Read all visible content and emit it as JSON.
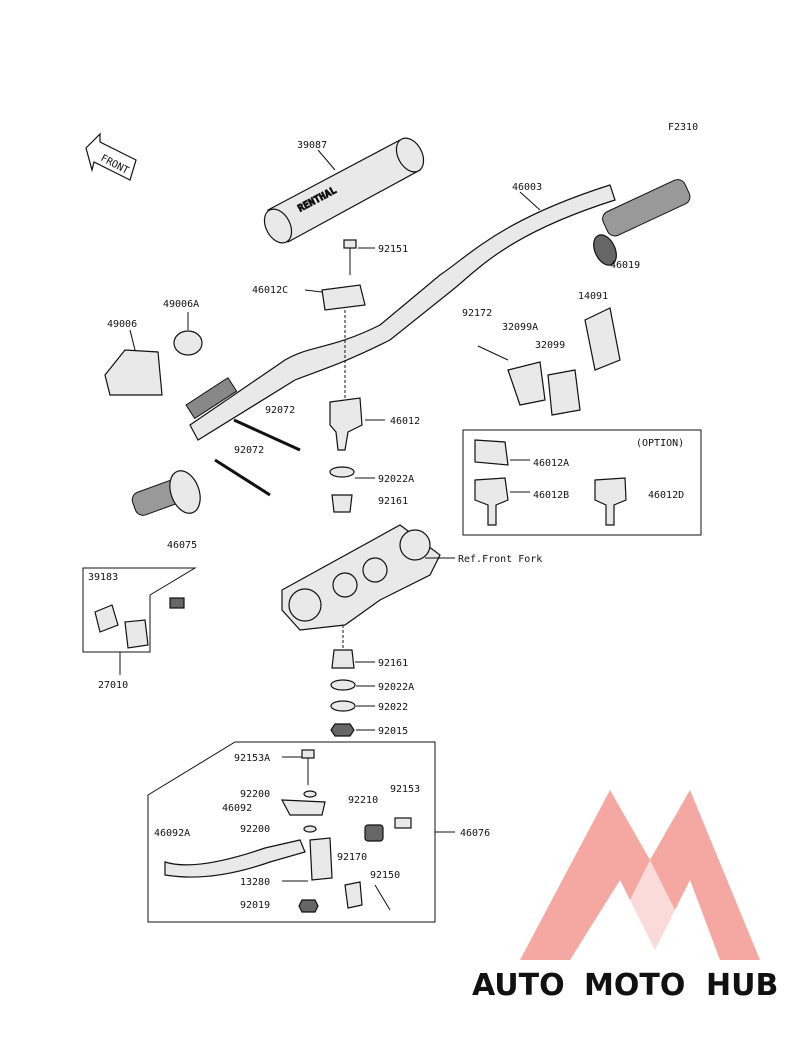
{
  "figure_code": "F2310",
  "front_label": "FRONT",
  "pad_brand": "RENTHAL",
  "ref_front_fork": "Ref.Front Fork",
  "option_label": "(OPTION)",
  "parts": {
    "p39087": "39087",
    "p46003": "46003",
    "p92151": "92151",
    "p46012C": "46012C",
    "p46019": "46019",
    "p49006A": "49006A",
    "p49006": "49006",
    "p14091": "14091",
    "p92172": "92172",
    "p32099A": "32099A",
    "p32099": "32099",
    "p92072a": "92072",
    "p92072b": "92072",
    "p46012": "46012",
    "p92022A_top": "92022A",
    "p92161_top": "92161",
    "p46012A": "46012A",
    "p46012B": "46012B",
    "p46012D": "46012D",
    "p46075": "46075",
    "p39183": "39183",
    "p27010": "27010",
    "p92161_bot": "92161",
    "p92022A_bot": "92022A",
    "p92022": "92022",
    "p92015": "92015",
    "p92153A": "92153A",
    "p92200_a": "92200",
    "p46092": "46092",
    "p92210": "92210",
    "p92153": "92153",
    "p46076": "46076",
    "p46092A": "46092A",
    "p92200_b": "92200",
    "p92170": "92170",
    "p13280": "13280",
    "p92150": "92150",
    "p92019": "92019"
  },
  "watermark": {
    "part1": "AUTO",
    "part2": "MOTO",
    "part3": "HUB",
    "color1": "#f5a623",
    "color2": "#ef5a5a",
    "color3": "#8a8a8a"
  }
}
